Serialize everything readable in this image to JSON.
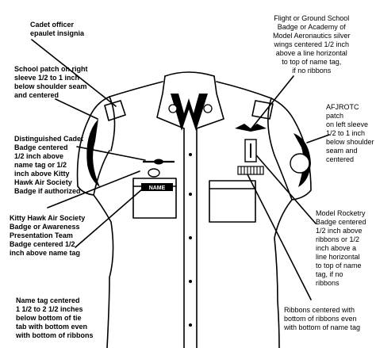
{
  "labels": {
    "epaulet": "Cadet officer\nepaulet insignia",
    "school_patch": "School patch on right\nsleeve 1/2 to 1 inch\nbelow shoulder seam\nand centered",
    "distinguished": "Distinguished Cadet\nBadge centered\n1/2 inch above\nname tag or 1/2\ninch above Kitty\nHawk Air Society\nBadge if authorized",
    "kitty_hawk": "Kitty Hawk Air Society\nBadge or Awareness\nPresentation Team\nBadge centered 1/2\ninch above name tag",
    "name_tag": "Name tag centered\n1 1/2 to 2 1/2 inches\nbelow bottom of tie\ntab with bottom even\nwith bottom of ribbons",
    "flight_school": "Flight or Ground School\nBadge or Academy of\nModel Aeronautics silver\nwings centered 1/2 inch\nabove a line horizontal\nto top of name tag,\nif no ribbons",
    "afjrotc": "AFJROTC patch\non left sleeve\n1/2 to 1 inch\nbelow shoulder\nseam and\ncentered",
    "rocketry": "Model Rocketry\nBadge centered\n1/2 inch above\nribbons or 1/2\ninch above a\nline horizontal\nto top of name\ntag, if no\nribbons",
    "ribbons": "Ribbons centered with\nbottom of ribbons even\nwith bottom of name tag"
  },
  "shirt": {
    "name_tag_text": "NAME"
  }
}
